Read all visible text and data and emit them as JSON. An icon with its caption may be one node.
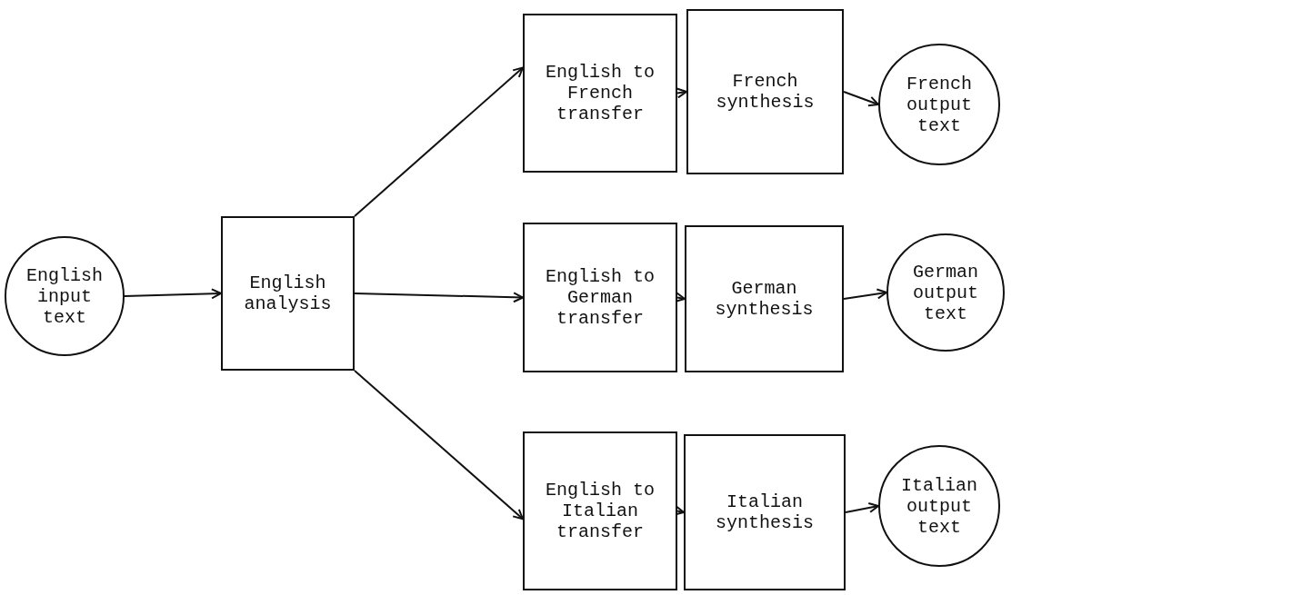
{
  "diagram": {
    "nodes": [
      {
        "text": [
          "English input text"
        ]
      },
      {
        "text": [
          "English analysis"
        ]
      },
      {
        "text": [
          "English to French transfer"
        ]
      },
      {
        "text": [
          "French synthesis"
        ]
      },
      {
        "text": [
          "French output text"
        ]
      },
      {
        "text": [
          "English to German transfer"
        ]
      },
      {
        "text": [
          "German synthesis"
        ]
      },
      {
        "text": [
          "German output text"
        ]
      },
      {
        "text": [
          "English to Italian transfer"
        ]
      },
      {
        "text": [
          "Italian synthesis"
        ]
      },
      {
        "text": [
          "Italian output text"
        ]
      }
    ],
    "edges": [
      {
        "from": 0,
        "to": 1,
        "arrow": "to"
      },
      {
        "from": 1,
        "to": 2,
        "arrow": "to"
      },
      {
        "from": 1,
        "to": 5,
        "arrow": "to"
      },
      {
        "from": 1,
        "to": 8,
        "arrow": "to"
      },
      {
        "from": 2,
        "to": 3,
        "arrow": "to"
      },
      {
        "from": 3,
        "to": 4,
        "arrow": "to"
      },
      {
        "from": 5,
        "to": 6,
        "arrow": "to"
      },
      {
        "from": 6,
        "to": 7,
        "arrow": "to"
      },
      {
        "from": 8,
        "to": 9,
        "arrow": "to"
      },
      {
        "from": 9,
        "to": 10,
        "arrow": "to"
      }
    ]
  }
}
